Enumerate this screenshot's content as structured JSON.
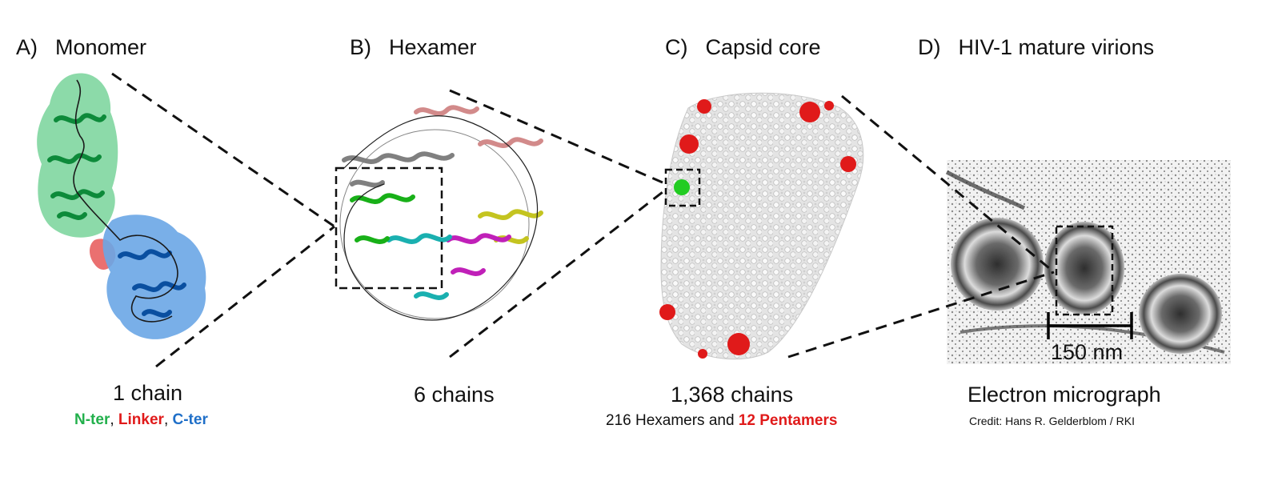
{
  "panels": [
    {
      "letter": "A)",
      "title": "Monomer",
      "caption": "1 chain"
    },
    {
      "letter": "B)",
      "title": "Hexamer",
      "caption": "6 chains"
    },
    {
      "letter": "C)",
      "title": "Capsid core",
      "caption": "1,368 chains"
    },
    {
      "letter": "D)",
      "title": "HIV-1 mature virions",
      "caption": "Electron micrograph"
    }
  ],
  "monomer_legend": {
    "nter": "N-ter",
    "sep1": ", ",
    "linker": "Linker",
    "sep2": ", ",
    "cter": "C-ter"
  },
  "capsid_sub": {
    "hexamers": "216 Hexamers and ",
    "pentamers": "12 Pentamers"
  },
  "scale_bar_label": "150 nm",
  "credit": "Credit: Hans R. Gelderblom / RKI",
  "colors": {
    "nter": "#22b04c",
    "linker": "#e01a1a",
    "cter": "#1f6fc8",
    "pentamer": "#e01a1a",
    "highlight": "#22cc22"
  }
}
